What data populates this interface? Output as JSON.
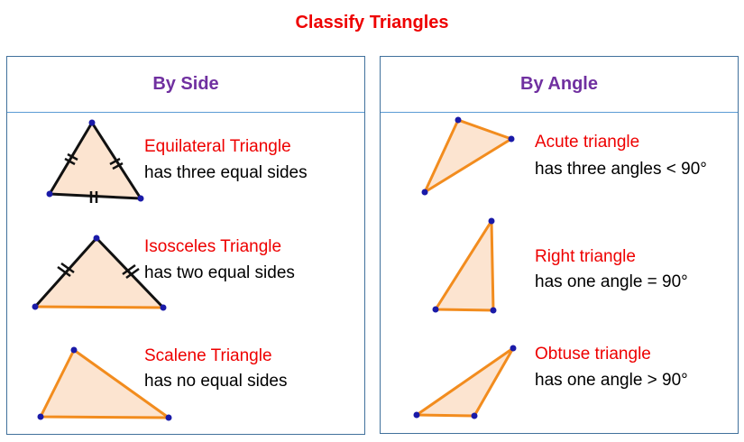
{
  "title": "Classify Triangles",
  "by_side": {
    "heading": "By Side",
    "items": [
      {
        "name": "Equilateral Triangle",
        "description": "has three equal sides"
      },
      {
        "name": "Isosceles Triangle",
        "description": "has two equal sides"
      },
      {
        "name": "Scalene Triangle",
        "description": "has no equal sides"
      }
    ]
  },
  "by_angle": {
    "heading": "By Angle",
    "items": [
      {
        "name": "Acute triangle",
        "description": "has three angles < 90°"
      },
      {
        "name": "Right triangle",
        "description": "has one angle = 90°"
      },
      {
        "name": "Obtuse triangle",
        "description": "has one angle > 90°"
      }
    ]
  },
  "colors": {
    "title": "#ee0000",
    "heading": "#7030a0",
    "border": "#41719c",
    "fill": "#fce4d0",
    "orange_edge": "#f28c1e",
    "black_edge": "#111111",
    "vertex": "#1a1aa8"
  }
}
